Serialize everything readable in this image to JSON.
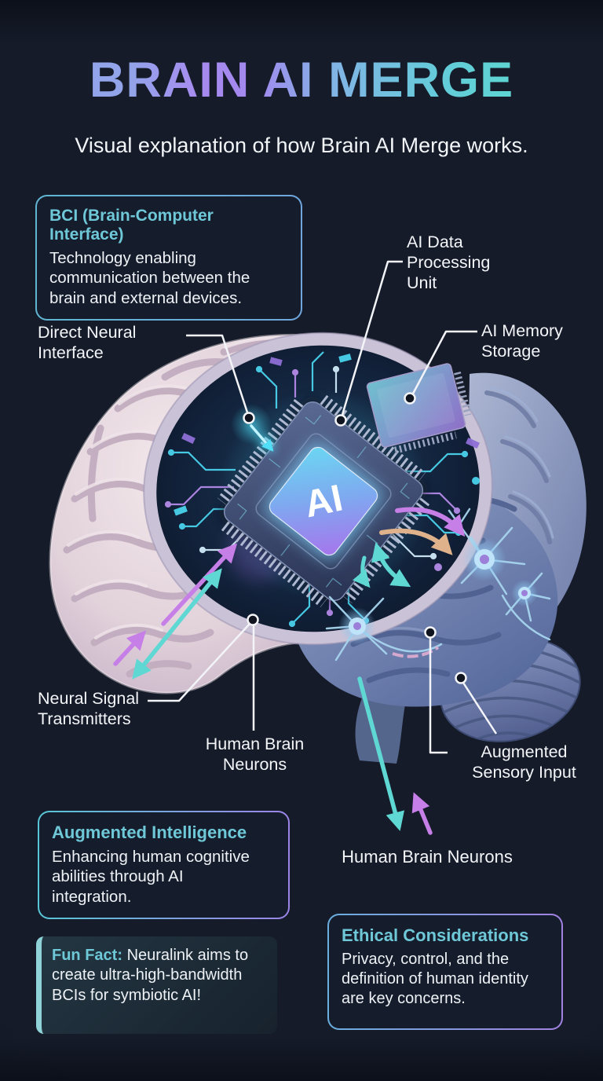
{
  "header": {
    "title": "BRAIN AI MERGE",
    "subtitle": "Visual explanation of how Brain AI Merge works."
  },
  "callouts": {
    "bci": {
      "title": "BCI (Brain-Computer Interface)",
      "body": "Technology enabling\ncommunication between the\nbrain and external devices."
    },
    "augmented_intelligence": {
      "title": "Augmented Intelligence",
      "body": "Enhancing human cognitive\nabilities through AI\nintegration."
    },
    "fun_fact": {
      "label": "Fun Fact:",
      "body": "Neuralink aims to\ncreate ultra-high-bandwidth\nBCIs for symbiotic AI!"
    },
    "ethical": {
      "title": "Ethical Considerations",
      "body": "Privacy, control, and the\ndefinition of human identity\nare key concerns."
    }
  },
  "diagram": {
    "chip_label": "AI",
    "labels": {
      "direct_neural_interface": "Direct Neural\nInterface",
      "ai_data_processing_unit": "AI Data\nProcessing\nUnit",
      "ai_memory_storage": "AI Memory\nStorage",
      "neural_signal_transmitters": "Neural Signal\nTransmitters",
      "human_brain_neurons_mid": "Human Brain\nNeurons",
      "augmented_sensory_input": "Augmented\nSensory Input",
      "human_brain_neurons_bottom": "Human Brain Neurons"
    },
    "colors": {
      "background": "#151b29",
      "heading_teal": "#6ec8d8",
      "title_blue": "#8fa7e8",
      "title_purple": "#a78bf0",
      "title_teal": "#5ce0cc",
      "arrow_teal": "#5fd8d4",
      "arrow_purple": "#c77fe8",
      "arrow_tan": "#dfb28c",
      "glow_cyan": "#4fe0f8",
      "leader_line": "#f2f4f8"
    }
  }
}
